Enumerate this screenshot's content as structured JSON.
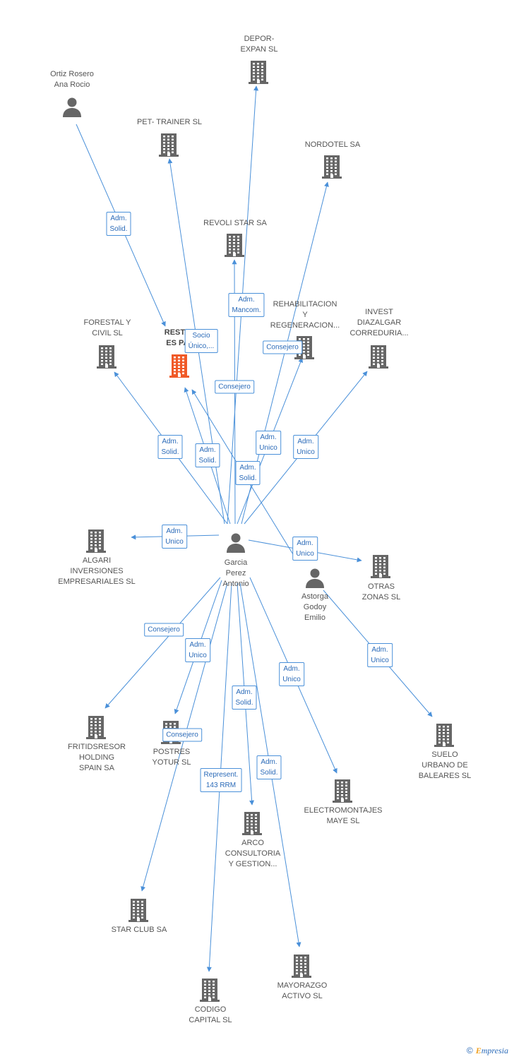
{
  "colors": {
    "edge": "#4a90d9",
    "building": "#666666",
    "central_building": "#f05a28",
    "person": "#666666"
  },
  "nodes": [
    {
      "id": "depor",
      "kind": "company-icon",
      "lines": [
        "DEPOR-",
        "EXPAN SL"
      ]
    },
    {
      "id": "ortiz",
      "kind": "person-icon",
      "lines": [
        "Ortiz Rosero",
        "Ana Rocio"
      ]
    },
    {
      "id": "pet",
      "kind": "company-icon",
      "lines": [
        "PET- TRAINER SL"
      ]
    },
    {
      "id": "nordotel",
      "kind": "company-icon",
      "lines": [
        "NORDOTEL SA"
      ]
    },
    {
      "id": "revoli",
      "kind": "company-icon",
      "lines": [
        "REVOLI STAR SA"
      ]
    },
    {
      "id": "forestal",
      "kind": "company-icon",
      "lines": [
        "FORESTAL Y",
        "CIVIL SL"
      ]
    },
    {
      "id": "restau",
      "kind": "central-company-icon",
      "lines": [
        "RESTAU",
        "ES PAS"
      ]
    },
    {
      "id": "rehab",
      "kind": "company-icon",
      "lines": [
        "REHABILITACION",
        "Y",
        "REGENERACION..."
      ]
    },
    {
      "id": "invest",
      "kind": "company-icon",
      "lines": [
        "INVEST",
        "DIAZALGAR",
        "CORREDURIA..."
      ]
    },
    {
      "id": "algari",
      "kind": "company-icon",
      "lines": [
        "ALGARI",
        "INVERSIONES",
        "EMPRESARIALES SL"
      ]
    },
    {
      "id": "garcia",
      "kind": "person-icon",
      "lines": [
        "Garcia",
        "Perez",
        "Antonio"
      ]
    },
    {
      "id": "otras",
      "kind": "company-icon",
      "lines": [
        "OTRAS",
        "ZONAS SL"
      ]
    },
    {
      "id": "astorga",
      "kind": "person-icon",
      "lines": [
        "Astorga",
        "Godoy",
        "Emilio"
      ]
    },
    {
      "id": "fritids",
      "kind": "company-icon",
      "lines": [
        "FRITIDSRESOR",
        "HOLDING",
        "SPAIN SA"
      ]
    },
    {
      "id": "postres",
      "kind": "company-icon",
      "lines": [
        "POSTRES",
        "YOTUR SL"
      ]
    },
    {
      "id": "suelo",
      "kind": "company-icon",
      "lines": [
        "SUELO",
        "URBANO DE",
        "BALEARES SL"
      ]
    },
    {
      "id": "electro",
      "kind": "company-icon",
      "lines": [
        "ELECTROMONTAJES",
        "MAYE SL"
      ]
    },
    {
      "id": "arco",
      "kind": "company-icon",
      "lines": [
        "ARCO",
        "CONSULTORIA",
        "Y GESTION..."
      ]
    },
    {
      "id": "star",
      "kind": "company-icon",
      "lines": [
        "STAR CLUB SA"
      ]
    },
    {
      "id": "mayorazgo",
      "kind": "company-icon",
      "lines": [
        "MAYORAZGO",
        "ACTIVO SL"
      ]
    },
    {
      "id": "codigo",
      "kind": "company-icon",
      "lines": [
        "CODIGO",
        "CAPITAL SL"
      ]
    }
  ],
  "edge_labels": [
    {
      "id": "e-ortiz-restau",
      "lines": [
        "Adm.",
        "Solid."
      ]
    },
    {
      "id": "e-revoli",
      "lines": [
        "Adm.",
        "Mancom."
      ]
    },
    {
      "id": "e-socio",
      "lines": [
        "Socio",
        "Único,..."
      ]
    },
    {
      "id": "e-rehab-consejero",
      "lines": [
        "Consejero"
      ]
    },
    {
      "id": "e-pet-consejero",
      "lines": [
        "Consejero"
      ]
    },
    {
      "id": "e-forestal",
      "lines": [
        "Adm.",
        "Solid."
      ]
    },
    {
      "id": "e-restau-solid",
      "lines": [
        "Adm.",
        "Solid."
      ]
    },
    {
      "id": "e-nordotel",
      "lines": [
        "Adm.",
        "Unico"
      ]
    },
    {
      "id": "e-invest",
      "lines": [
        "Adm.",
        "Unico"
      ]
    },
    {
      "id": "e-astorga-restau",
      "lines": [
        "Adm.",
        "Solid."
      ]
    },
    {
      "id": "e-algari",
      "lines": [
        "Adm.",
        "Unico"
      ]
    },
    {
      "id": "e-otras",
      "lines": [
        "Adm.",
        "Unico"
      ]
    },
    {
      "id": "e-fritids",
      "lines": [
        "Consejero"
      ]
    },
    {
      "id": "e-postres-unico",
      "lines": [
        "Adm.",
        "Unico"
      ]
    },
    {
      "id": "e-suelo",
      "lines": [
        "Adm.",
        "Unico"
      ]
    },
    {
      "id": "e-electro",
      "lines": [
        "Adm.",
        "Unico"
      ]
    },
    {
      "id": "e-arco",
      "lines": [
        "Adm.",
        "Solid."
      ]
    },
    {
      "id": "e-star-consejero",
      "lines": [
        "Consejero"
      ]
    },
    {
      "id": "e-codigo",
      "lines": [
        "Represent.",
        "143 RRM"
      ]
    },
    {
      "id": "e-mayorazgo",
      "lines": [
        "Adm.",
        "Solid."
      ]
    }
  ],
  "footer": {
    "copyright": "©",
    "brand_initial": "E",
    "brand_rest": "mpresia"
  }
}
